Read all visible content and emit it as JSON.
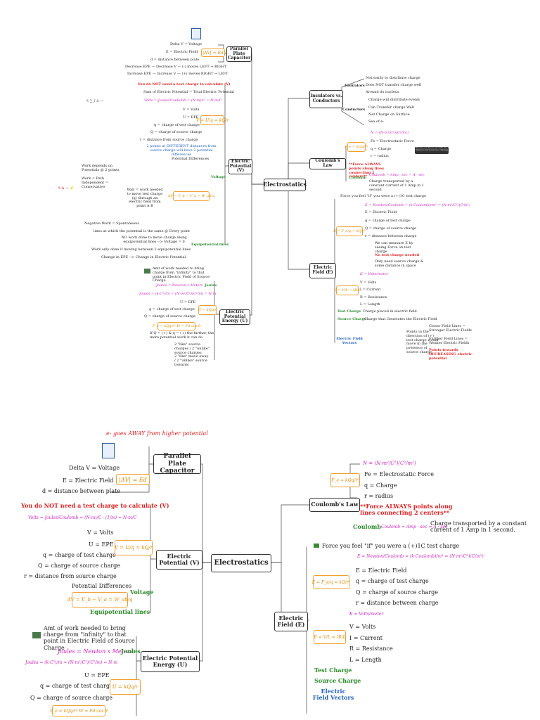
{
  "top": {
    "center": "Electrostatics",
    "parallel": {
      "title": "Parallel Plate Capacitor",
      "note": "e- goes AWAY from higher potential",
      "items": [
        "Delta V = Voltage",
        "E = Electric Field",
        "d = distance between plate"
      ],
      "formula": "|ΔV| = Ed",
      "decrease": "Decrease EPE — Decrease V — (-) moves LEFT → RIGHT",
      "increase": "Increase EPE — Increase V — (+) moves RIGHT → LEFT"
    },
    "potential": {
      "title": "Electric Potential (V)",
      "red": "You do NOT need a test charge to calculate (V)",
      "sum": "Sum of Electric Potential = Total Electric Potential",
      "units": "Volts = Joules/Coulomb = (N·m)/C = N·m/C",
      "items": [
        "V = Volts",
        "U = EPE",
        "q = charge of test charge",
        "Q = charge of source charge",
        "r = distance from source charge"
      ],
      "formula": "V = U/q = kQ/r",
      "blue": "2 points at DIFFERENT distances from source charge will have 2 potential differences",
      "pd": "Potential Differences",
      "voltage": "Voltage",
      "work1": "Work depends on Potentials @ 2 points",
      "work2": "Work = Path Independent = Conservative",
      "work3": "Wab = work needed to move test charge (q) through an electric field from point A B",
      "work4": "Negative Work = Spontaneous",
      "vformula": "ΔV = V_b − V_a = W_ab/q",
      "equip": "Equipotential lines",
      "eq1": "lines at which the potential is the same @ Every point",
      "eq2": "NO work done to move charge along equipotential lines --> Voltage = 0",
      "eq3": "Work only done if moving between 2 equipotential lines",
      "eq4": "Change in EPE --> Change in Electric Potential"
    },
    "energy": {
      "title": "Electric Potential Energy (U)",
      "amt": "Amt of work needed to bring charge from \"infinity\" to that point in Electric Field of Source Charge",
      "joules": "Joules",
      "jdef": "Joules = Newton x Meters",
      "units": "Joules = (k·C²)/m = (N·m²/C²)(C²/m) = N·m",
      "items": [
        "U = EPE",
        "q = charge of test charge",
        "Q = charge of source charge"
      ],
      "formula": "U = kQq/r",
      "fe": "F_e = kQq/r²  W = Fd cos θ",
      "farther": "If Q = (+) & q = (+) the farther, the more potential work it can do",
      "s1": "2 \"like\" source charges / 2 \"unlike\" source charges",
      "s2": "2 \"like\" move away / 2 \"unlike\" source towards"
    },
    "insulators": {
      "title": "Insulators vs. Conductors",
      "ins": "Insulators",
      "ins_items": [
        "Not easily to distribute charge",
        "Does NOT transfer charge well",
        "Around its nucleus"
      ],
      "cond": "Conductors",
      "cond_items": [
        "Charge will distribute evenly",
        "Can Transfer charge Well",
        "Net Charge on Surface",
        "Sea of e-"
      ]
    },
    "coulomb": {
      "title": "Coulomb's Law",
      "formula": "F_e = kQq/r²",
      "n": "N = (N·m²/C²)(C²/m²)",
      "items": [
        "Fe = Electrostatic Force",
        "q = Charge",
        "r = radius"
      ],
      "red": "**Force ALWAYS points along lines connecting 2 centers**",
      "coulomb": "Coulomb",
      "camp": "Coulomb = Amp · sec = A · sec",
      "ctext": "Charge transported by a constant current of 1 Amp in 1 second.",
      "tooltip": "Because it has to do with the distance between two charges"
    },
    "field": {
      "title": "Electric Field (E)",
      "feel": "Force you feel \"if\" you were a (+)1C test charge",
      "n": "E = Newton/Coulomb = (k·Coulomb)/m² = (N·m²/C²)(C/m²)",
      "formula1": "E = F_e/q = kQ/r²",
      "items1": [
        "E = Electric Field",
        "q = charge of test charge",
        "Q = charge of source charge",
        "r = distance between charge"
      ],
      "measure": "We can measure E by seeing Force on test charge",
      "notest": "No test charge needed",
      "only": "Only need source charge & some distance in space",
      "k": "K = Volts/meter",
      "formula2": "E = V/L = IR/L",
      "items2": [
        "V = Volts",
        "I = Current",
        "R = Resistance",
        "L = Length"
      ],
      "test": "Test Charge",
      "testd": "Charge placed in electric field",
      "source": "Source Charge",
      "sourced": "Charge that Generates the Electric Field",
      "vectors": "Electric Field Vectors",
      "v1": "Points in the direction of (+) test charge would move in the presence of source charge",
      "v2": "Closer Field Lines = Stronger Electric Fields",
      "v3": "Further Field Lines = Weaker Electric Fields",
      "v4": "Points towards DECREASING electric potential"
    }
  },
  "bottom": {
    "center": "Electrostatics",
    "note": "e- goes AWAY from higher potential",
    "parallel": {
      "title": "Parallel Plate Capacitor",
      "items": [
        "Delta V = Voltage",
        "E = Electric Field",
        "d = distance between plate"
      ],
      "formula": "|ΔV| = Ed"
    },
    "potential": {
      "title": "Electric Potential (V)",
      "red": "You do NOT need a test charge to calculate (V)",
      "units": "Volts = Joules/Coulomb = (N·m)/C · (1/m) = N·m/C",
      "items": [
        "V = Volts",
        "U = EPE",
        "q = charge of test charge",
        "Q = charge of source charge",
        "r = distance from source charge"
      ],
      "formula": "V = U/q = kQ/r",
      "pd": "Potential Differences",
      "voltage": "Voltage",
      "vformula": "ΔV = V_b − V_a = W_ab/q",
      "equip": "Equipotential lines"
    },
    "energy": {
      "title": "Electric Potential Energy (U)",
      "amt": "Amt of work needed to bring charge from \"infinity\" to that point in Electric Field of Source Charge",
      "joules": "Joules",
      "jdef": "Joules = Newton x Meters",
      "units": "Joules = (k·C²)/m = (N·m²/C²)(C²/m) = N·m",
      "items": [
        "U = EPE",
        "q = charge of test charge",
        "Q = charge of source charge"
      ],
      "formula": "U = kQq/r",
      "fe": "F_e = kQq/r²  W = Fd cos θ"
    },
    "coulomb": {
      "title": "Coulomb's Law",
      "formula": "F_e = kQq/r²",
      "n": "N = (N·m²/C²)(C²/m²)",
      "items": [
        "Fe = Electrostatic Force",
        "q = Charge",
        "r = radius"
      ],
      "red": "**Force ALWAYS points along lines connecting 2 centers**",
      "coulomb": "Coulomb",
      "camp": "Coulomb = Amp · sec = A · sec",
      "ctext": "Charge transported by a constant current of 1 Amp in 1 second."
    },
    "field": {
      "title": "Electric Field (E)",
      "feel": "Force you feel \"if\" you were a (+)1C test charge",
      "n": "E = Newton/Coulomb = (k·Coulomb)/m² = (N·m²/C²)(C/m²)",
      "formula1": "E = F_e/q = kQ/r²",
      "items1": [
        "E = Electric Field",
        "q = charge of test charge",
        "Q = charge of source charge",
        "r = distance between charge"
      ],
      "k": "K = Volts/meter",
      "formula2": "E = V/L = IR/L",
      "items2": [
        "V = Volts",
        "I = Current",
        "R = Resistance",
        "L = Length"
      ],
      "test": "Test Charge",
      "source": "Source Charge",
      "vectors": "Electric Field Vectors"
    }
  }
}
